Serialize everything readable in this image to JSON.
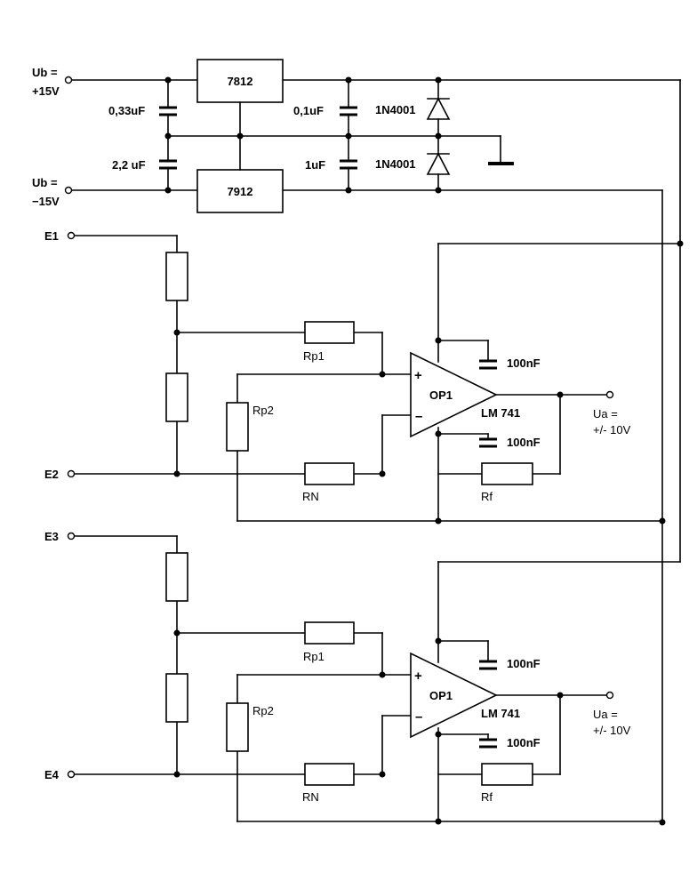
{
  "power_supply": {
    "vplus_label_1": "Ub =",
    "vplus_label_2": "+15V",
    "vminus_label_1": "Ub =",
    "vminus_label_2": "−15V",
    "reg_pos": "7812",
    "reg_neg": "7912",
    "cap_in_pos": "0,33uF",
    "cap_in_neg": "2,2 uF",
    "cap_out_pos": "0,1uF",
    "cap_out_neg": "1uF",
    "diode_pos": "1N4001",
    "diode_neg": "1N4001"
  },
  "stage1": {
    "input_a": "E1",
    "input_b": "E2",
    "rp1": "Rp1",
    "rp2": "Rp2",
    "rn": "RN",
    "rf": "Rf",
    "opamp_name": "OP1",
    "opamp_type": "LM 741",
    "plus_sign": "+",
    "minus_sign": "–",
    "cap_top": "100nF",
    "cap_bottom": "100nF",
    "output_1": "Ua =",
    "output_2": "+/- 10V"
  },
  "stage2": {
    "input_a": "E3",
    "input_b": "E4",
    "rp1": "Rp1",
    "rp2": "Rp2",
    "rn": "RN",
    "rf": "Rf",
    "opamp_name": "OP1",
    "opamp_type": "LM 741",
    "plus_sign": "+",
    "minus_sign": "–",
    "cap_top": "100nF",
    "cap_bottom": "100nF",
    "output_1": "Ua =",
    "output_2": "+/- 10V"
  }
}
